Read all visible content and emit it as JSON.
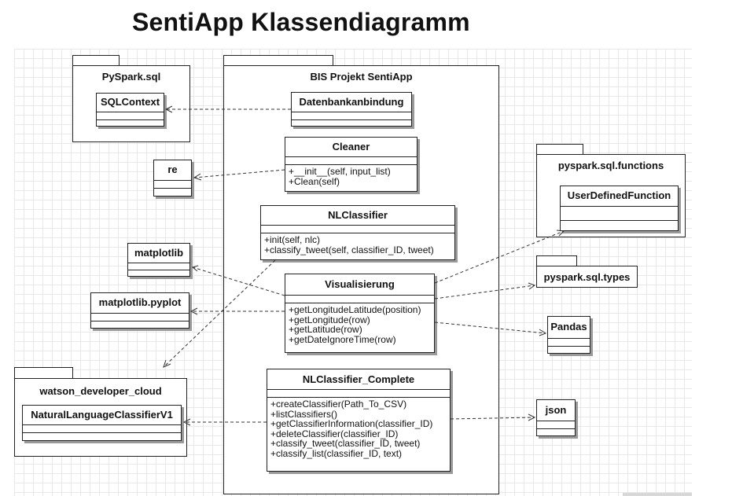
{
  "title": "SentiApp Klassendiagramm",
  "packages": {
    "pyspark_sql": "PySpark.sql",
    "bis_projekt": "BIS Projekt SentiApp",
    "pyspark_functions": "pyspark.sql.functions",
    "pyspark_types": "pyspark.sql.types",
    "watson": "watson_developer_cloud"
  },
  "classes": {
    "sqlcontext": "SQLContext",
    "datenbank": "Datenbankanbindung",
    "cleaner": {
      "name": "Cleaner",
      "ops": [
        "+__init__(self, input_list)",
        "+Clean(self)"
      ]
    },
    "re": "re",
    "nlclassifier": {
      "name": "NLClassifier",
      "ops": [
        "+init(self, nlc)",
        "+classify_tweet(self, classifier_ID, tweet)"
      ]
    },
    "udf": "UserDefinedFunction",
    "matplotlib": "matplotlib",
    "pyplot": "matplotlib.pyplot",
    "visualisierung": {
      "name": "Visualisierung",
      "ops": [
        "+getLongitudeLatitude(position)",
        "+getLongitude(row)",
        "+getLatitude(row)",
        "+getDateIgnoreTime(row)"
      ]
    },
    "pandas": "Pandas",
    "nlc_complete": {
      "name": "NLClassifier_Complete",
      "ops": [
        "+createClassifier(Path_To_CSV)",
        "+listClassifiers()",
        "+getClassifierInformation(classifier_ID)",
        "+deleteClassifier(classifier_ID)",
        "+classify_tweet(classifier_ID, tweet)",
        "+classify_list(classifier_ID, text)"
      ]
    },
    "nlc_v1": "NaturalLanguageClassifierV1",
    "json": "json"
  }
}
